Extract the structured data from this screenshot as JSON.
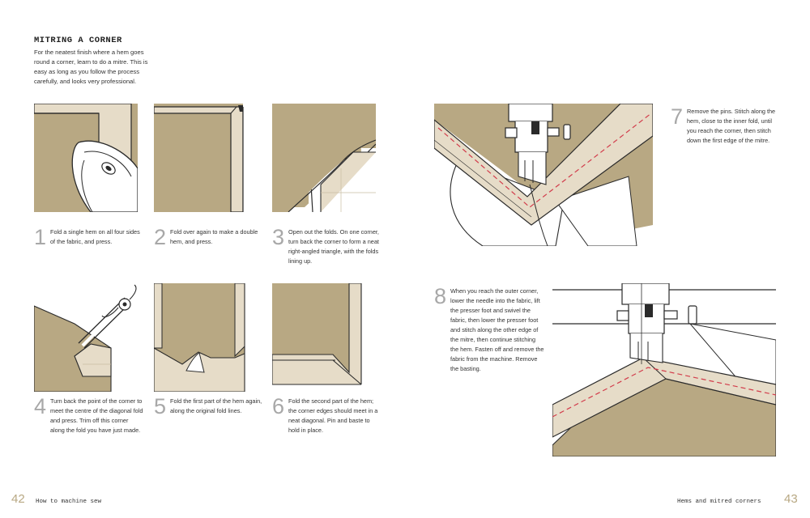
{
  "heading": "MITRING A CORNER",
  "intro": "For the neatest finish where a hem goes round a corner, learn to do a mitre. This is easy as long as you follow the process carefully, and looks very professional.",
  "steps": [
    {
      "number": "1",
      "text": "Fold a single hem on all four sides of the fabric, and press."
    },
    {
      "number": "2",
      "text": "Fold over again to make a double hem, and press."
    },
    {
      "number": "3",
      "text": "Open out the folds. On one corner, turn back the corner to form a neat right-angled triangle, with the folds lining up."
    },
    {
      "number": "4",
      "text": "Turn back the point of the corner to meet the centre of the diagonal fold and press. Trim off this corner along the fold you have just made."
    },
    {
      "number": "5",
      "text": "Fold the first part of the hem again, along the original fold lines."
    },
    {
      "number": "6",
      "text": "Fold the second part of the hem; the corner edges should meet in a neat diagonal. Pin and baste to hold in place."
    },
    {
      "number": "7",
      "text": "Remove the pins. Stitch along the hem, close to the inner fold, until you reach the corner, then stitch down the first edge of the mitre."
    },
    {
      "number": "8",
      "text": "When you reach the outer corner, lower the needle into the fabric, lift the presser foot and swivel the fabric, then lower the presser foot and stitch along the other edge of the mitre, then continue stitching the hem. Fasten off and remove the fabric from the machine. Remove the basting."
    }
  ],
  "footer": {
    "left_page_number": "42",
    "left_running_title": "How to machine sew",
    "right_running_title": "Hems and mitred corners",
    "right_page_number": "43"
  },
  "colors": {
    "fabric": "#b8a883",
    "hem": "#e6dcc8",
    "line": "#2a2a2a",
    "stitch": "#d23c4b",
    "step_number": "#a8a8a8",
    "folio": "#b8a883"
  }
}
